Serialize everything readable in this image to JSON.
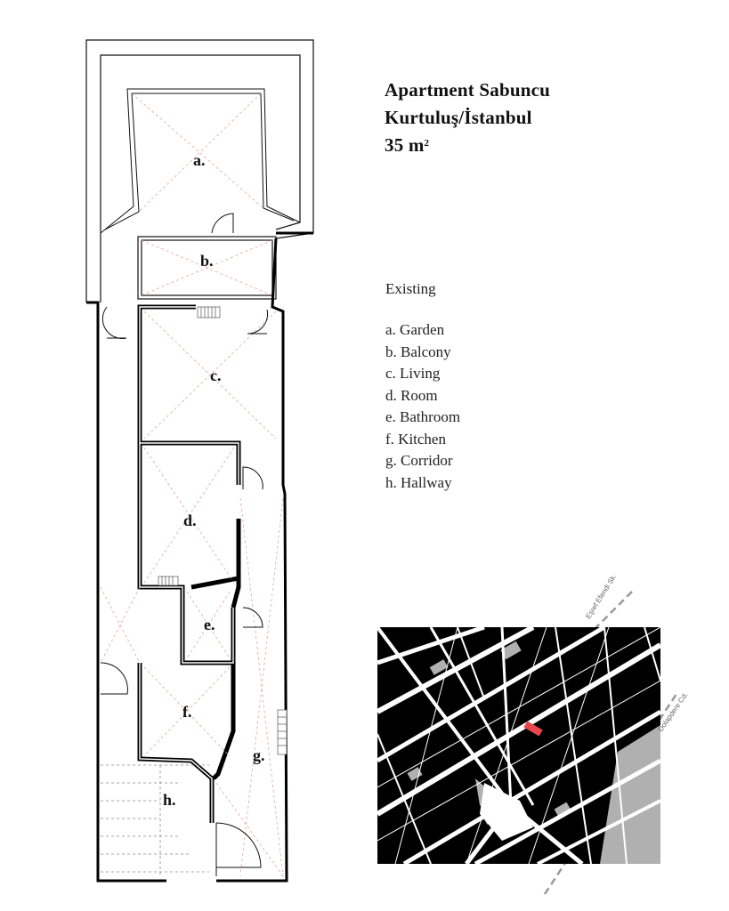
{
  "title": {
    "line1": "Apartment Sabuncu",
    "line2": "Kurtuluş/İstanbul",
    "area_value": "35 m",
    "area_sup": "2"
  },
  "legend": {
    "heading": "Existing",
    "items": [
      "a. Garden",
      "b. Balcony",
      "c. Living",
      "d. Room",
      "e. Bathroom",
      "f.  Kitchen",
      "g. Corridor",
      "h. Hallway"
    ]
  },
  "rooms": {
    "a": "a.",
    "b": "b.",
    "c": "c.",
    "d": "d.",
    "e": "e.",
    "f": "f.",
    "g": "g.",
    "h": "h."
  },
  "site_map": {
    "street_1": "Eşref Efendi Sk.",
    "street_2": "Dolapdere Cd.",
    "highlight_color": "#e8474b"
  },
  "colors": {
    "wall": "#000000",
    "diagonal": "#e6a0a0",
    "map_background": "#000000",
    "map_streets": "#ffffff",
    "map_courtyards": "#b0b0b0"
  }
}
